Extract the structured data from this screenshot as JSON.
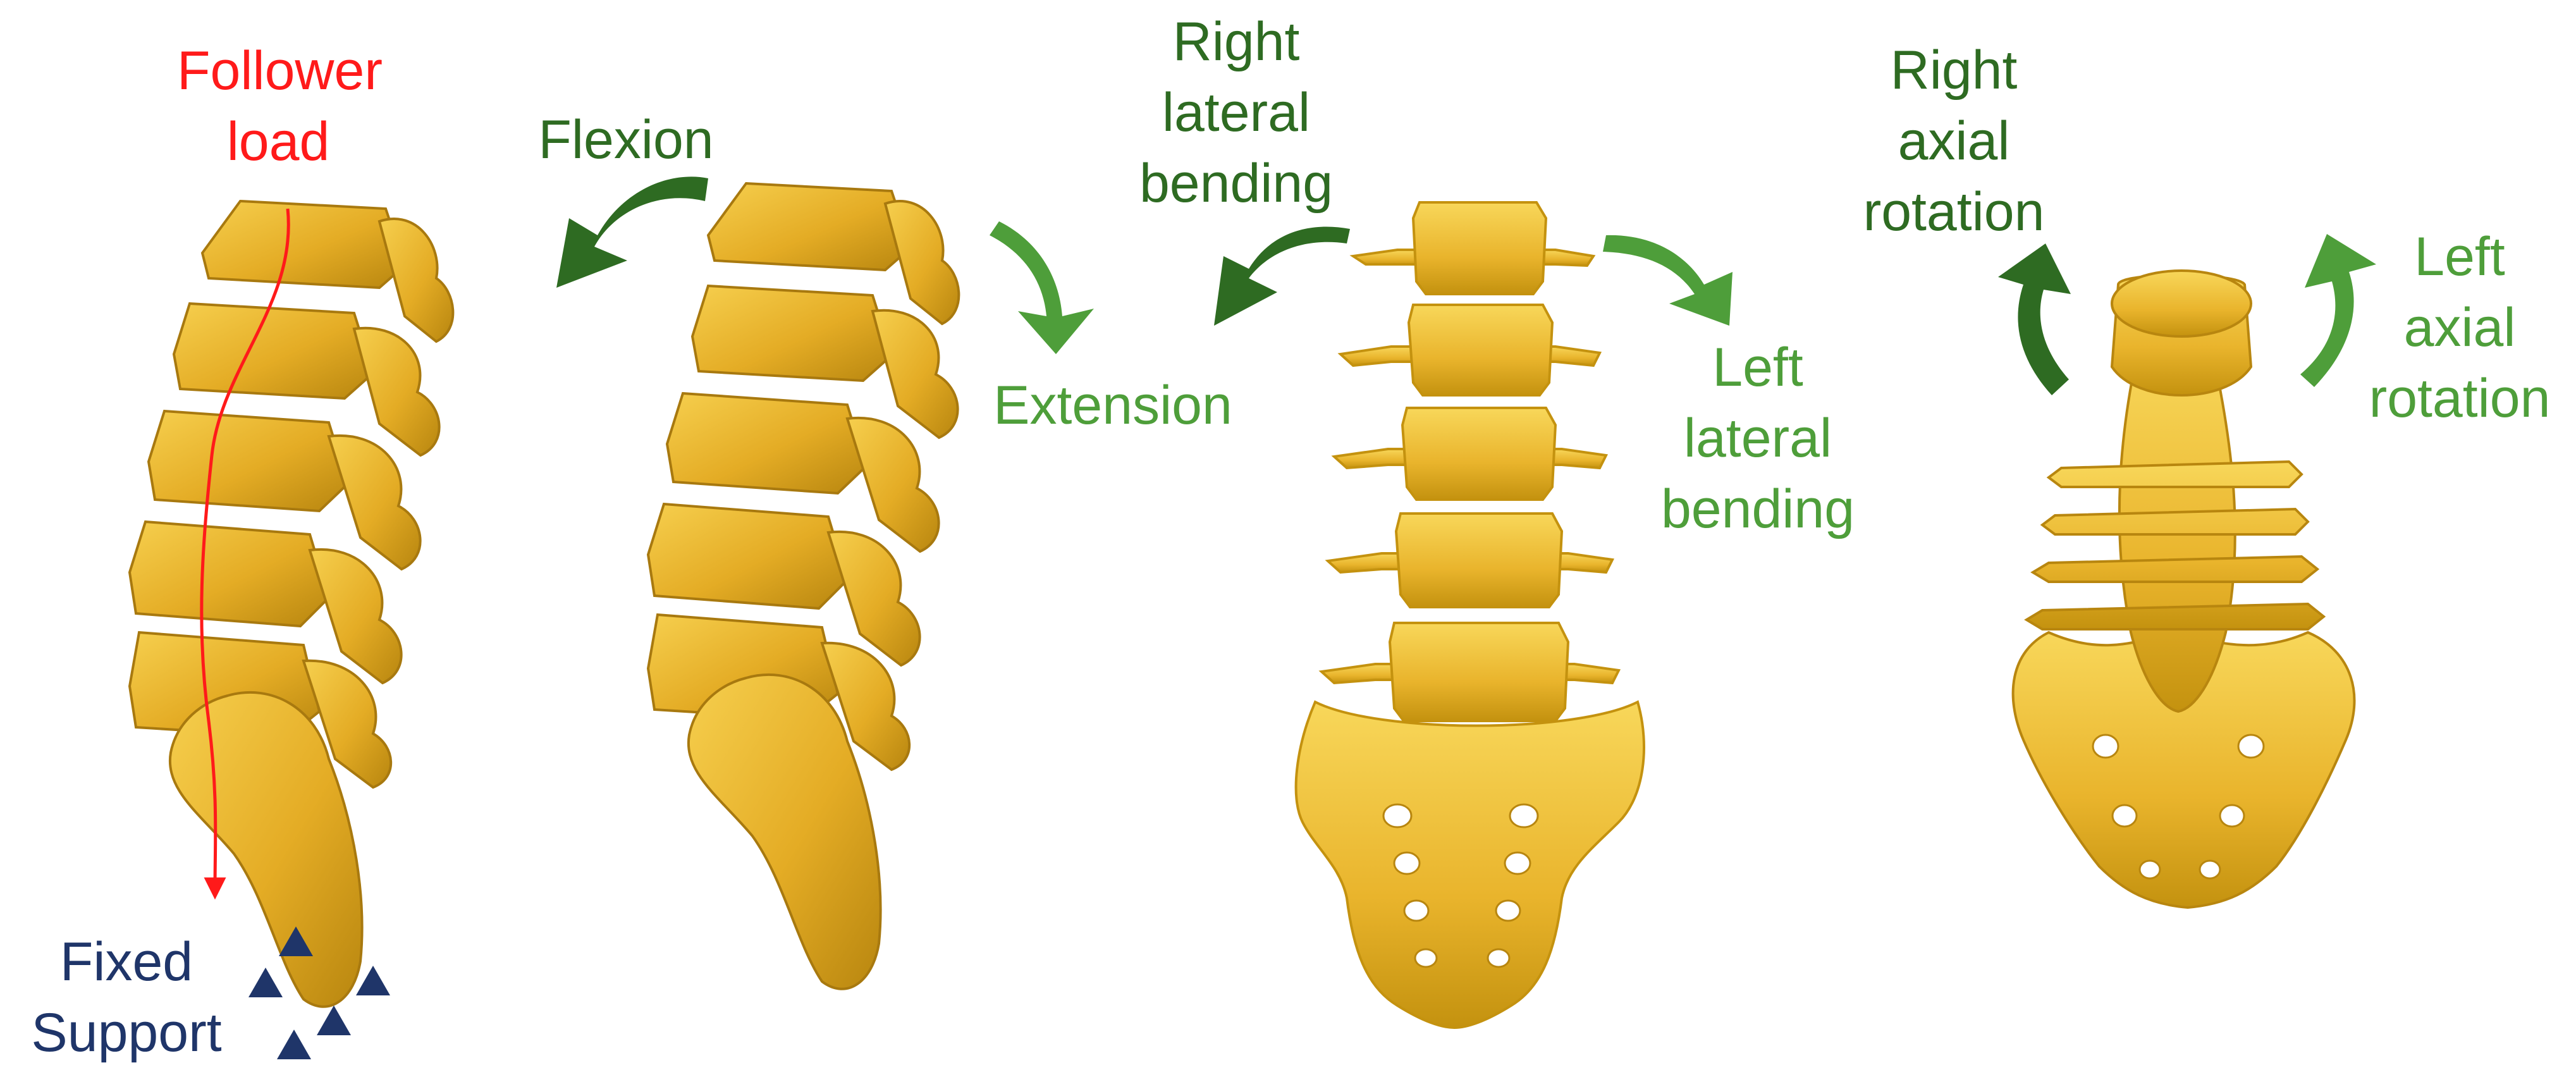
{
  "colors": {
    "bone": "#E9B42C",
    "bone_light": "#F6CF4E",
    "bone_dark": "#A8790F",
    "load": "#FF1A1A",
    "support": "#1F3569",
    "dark_green": "#2E6B22",
    "light_green": "#4E9E3A"
  },
  "panels": {
    "follower_load": {
      "icon": "follower-load-arrow",
      "label": [
        "Follower",
        "load"
      ]
    },
    "fixed_support": {
      "icon": "fixed-support-triangles",
      "label": [
        "Fixed",
        "Support"
      ]
    },
    "flexion": {
      "icon": "flexion-arrow",
      "label": [
        "Flexion"
      ]
    },
    "extension": {
      "icon": "extension-arrow",
      "label": [
        "Extension"
      ]
    },
    "right_lateral_bending": {
      "icon": "right-lateral-bending-arrow",
      "label": [
        "Right",
        "lateral",
        "bending"
      ]
    },
    "left_lateral_bending": {
      "icon": "left-lateral-bending-arrow",
      "label": [
        "Left",
        "lateral",
        "bending"
      ]
    },
    "right_axial_rotation": {
      "icon": "right-axial-rotation-arrow",
      "label": [
        "Right",
        "axial",
        "rotation"
      ]
    },
    "left_axial_rotation": {
      "icon": "left-axial-rotation-arrow",
      "label": [
        "Left",
        "axial",
        "rotation"
      ]
    }
  }
}
